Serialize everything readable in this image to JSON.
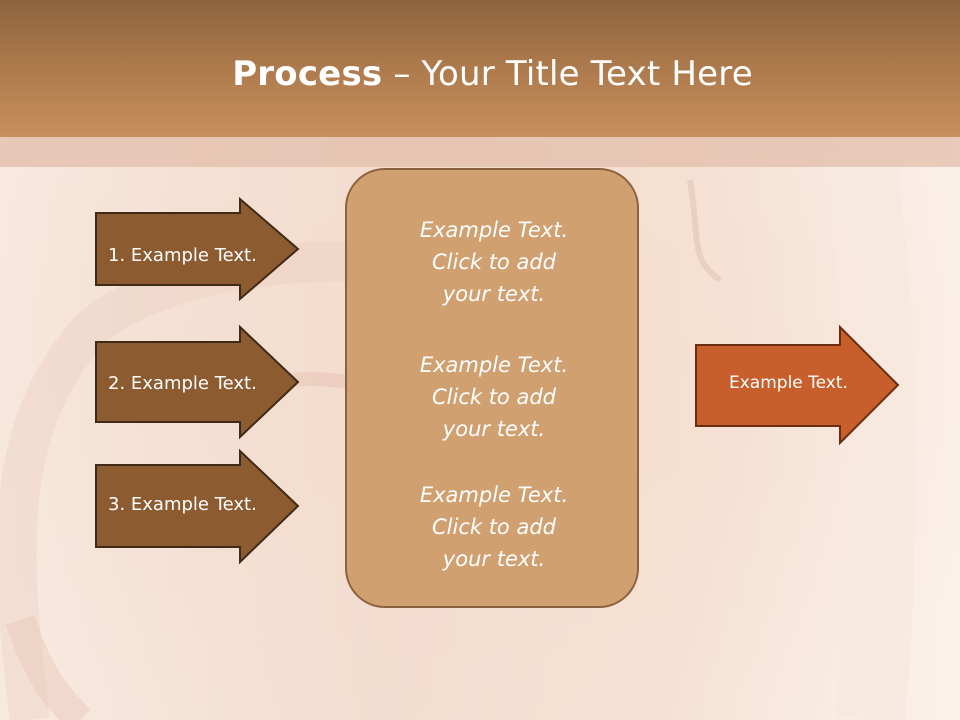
{
  "title": {
    "bold": "Process",
    "rest": " – Your Title Text Here"
  },
  "left_arrows": [
    {
      "label": "1. Example Text."
    },
    {
      "label": "2. Example Text."
    },
    {
      "label": "3. Example Text."
    }
  ],
  "center_box": {
    "blocks": [
      {
        "line1": "Example Text.",
        "line2": "Click  to add",
        "line3": "your text."
      },
      {
        "line1": "Example Text.",
        "line2": "Click  to add",
        "line3": "your text."
      },
      {
        "line1": "Example Text.",
        "line2": "Click  to add",
        "line3": "your text."
      }
    ]
  },
  "right_arrow": {
    "label": "Example Text."
  },
  "colors": {
    "header": "#a87649",
    "left_arrow_fill": "#8d5b30",
    "right_arrow_fill": "#c75e2c",
    "box_fill": "#d1a070",
    "text": "#ffffff"
  }
}
